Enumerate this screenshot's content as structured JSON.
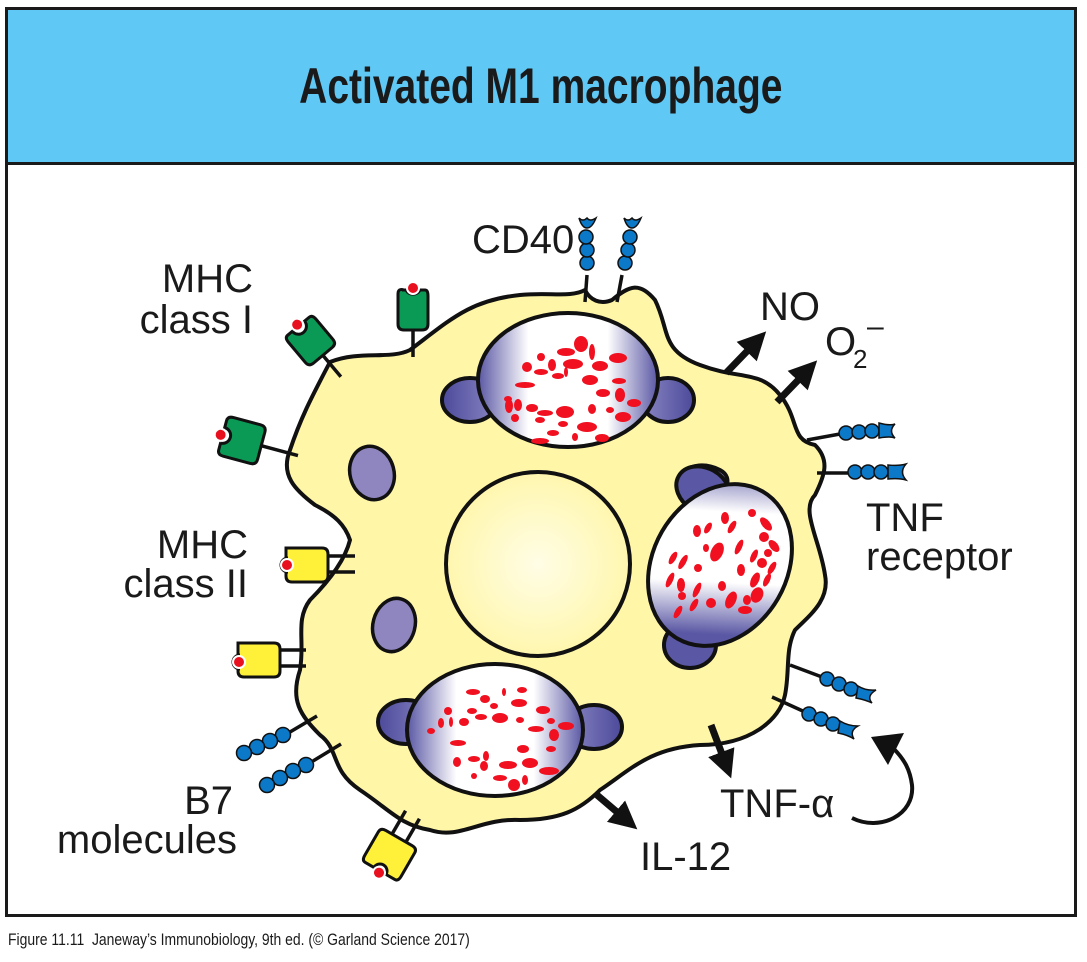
{
  "title": "Activated M1 macrophage",
  "caption": "Figure 11.11  Janeway’s Immunobiology, 9th ed. (© Garland Science 2017)",
  "labels": {
    "cd40": "CD40",
    "mhc_class_1_line1": "MHC",
    "mhc_class_1_line2": "class I",
    "mhc_class_2_line1": "MHC",
    "mhc_class_2_line2": "class II",
    "b7_line1": "B7",
    "b7_line2": "molecules",
    "no": "NO",
    "o2_base": "O",
    "o2_sub": "2",
    "o2_sup": "–",
    "tnf_receptor_line1": "TNF",
    "tnf_receptor_line2": "receptor",
    "tnf_alpha": "TNF-α",
    "il12": "IL-12"
  },
  "colors": {
    "title_bg": "#5fc8f5",
    "cytoplasm": "#fff6a8",
    "outline": "#111111",
    "mhc1": "#0a9a55",
    "mhc2": "#fff13a",
    "peptide": "#e8101e",
    "receptor_bead": "#0b78c8",
    "vesicle": "#8f86c0",
    "lysosome_lobe": "#4c4a9a",
    "bacteria": "#f01020"
  }
}
